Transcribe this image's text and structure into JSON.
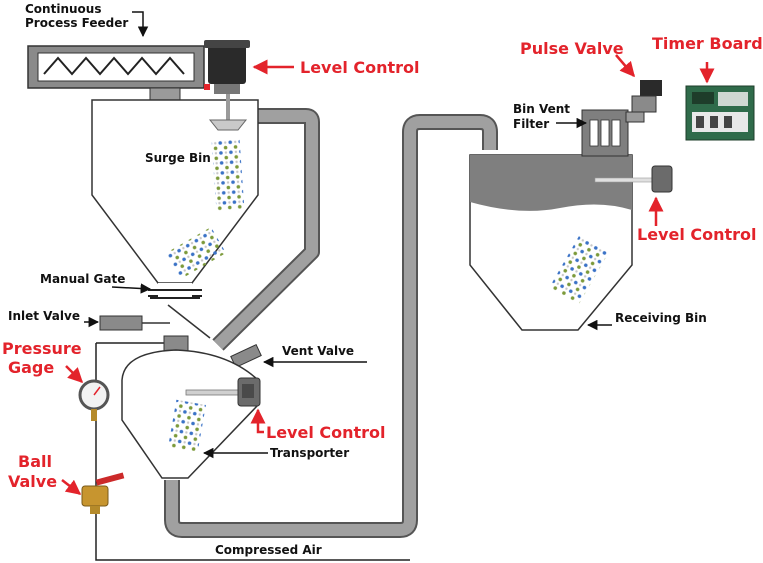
{
  "colors": {
    "callout_red": "#e3232b",
    "equipment_fill": "#8a8a8a",
    "pipe_fill": "#9a9a9a",
    "pellet_blue": "#3a72c6",
    "pellet_green": "#7c9a3a",
    "pellet_gray": "#b0b0b0"
  },
  "labels": {
    "continuous_process_feeder_line1": "Continuous",
    "continuous_process_feeder_line2": "Process Feeder",
    "surge_bin": "Surge Bin",
    "manual_gate": "Manual Gate",
    "inlet_valve": "Inlet Valve",
    "vent_valve": "Vent Valve",
    "transporter": "Transporter",
    "compressed_air": "Compressed Air",
    "bin_vent_filter_line1": "Bin Vent",
    "bin_vent_filter_line2": "Filter",
    "receiving_bin": "Receiving Bin"
  },
  "callouts": {
    "level_control_top": "Level Control",
    "level_control_transporter": "Level Control",
    "level_control_receiver": "Level Control",
    "pressure_gage_line1": "Pressure",
    "pressure_gage_line2": "Gage",
    "ball_valve_line1": "Ball",
    "ball_valve_line2": "Valve",
    "pulse_valve": "Pulse Valve",
    "timer_board": "Timer Board"
  },
  "icons": {
    "feeder": "continuous-feeder-icon",
    "level_control": "level-control-icon",
    "pressure_gage": "pressure-gage-icon",
    "ball_valve": "ball-valve-icon",
    "pulse_valve": "pulse-valve-icon",
    "timer_board": "timer-board-icon"
  }
}
